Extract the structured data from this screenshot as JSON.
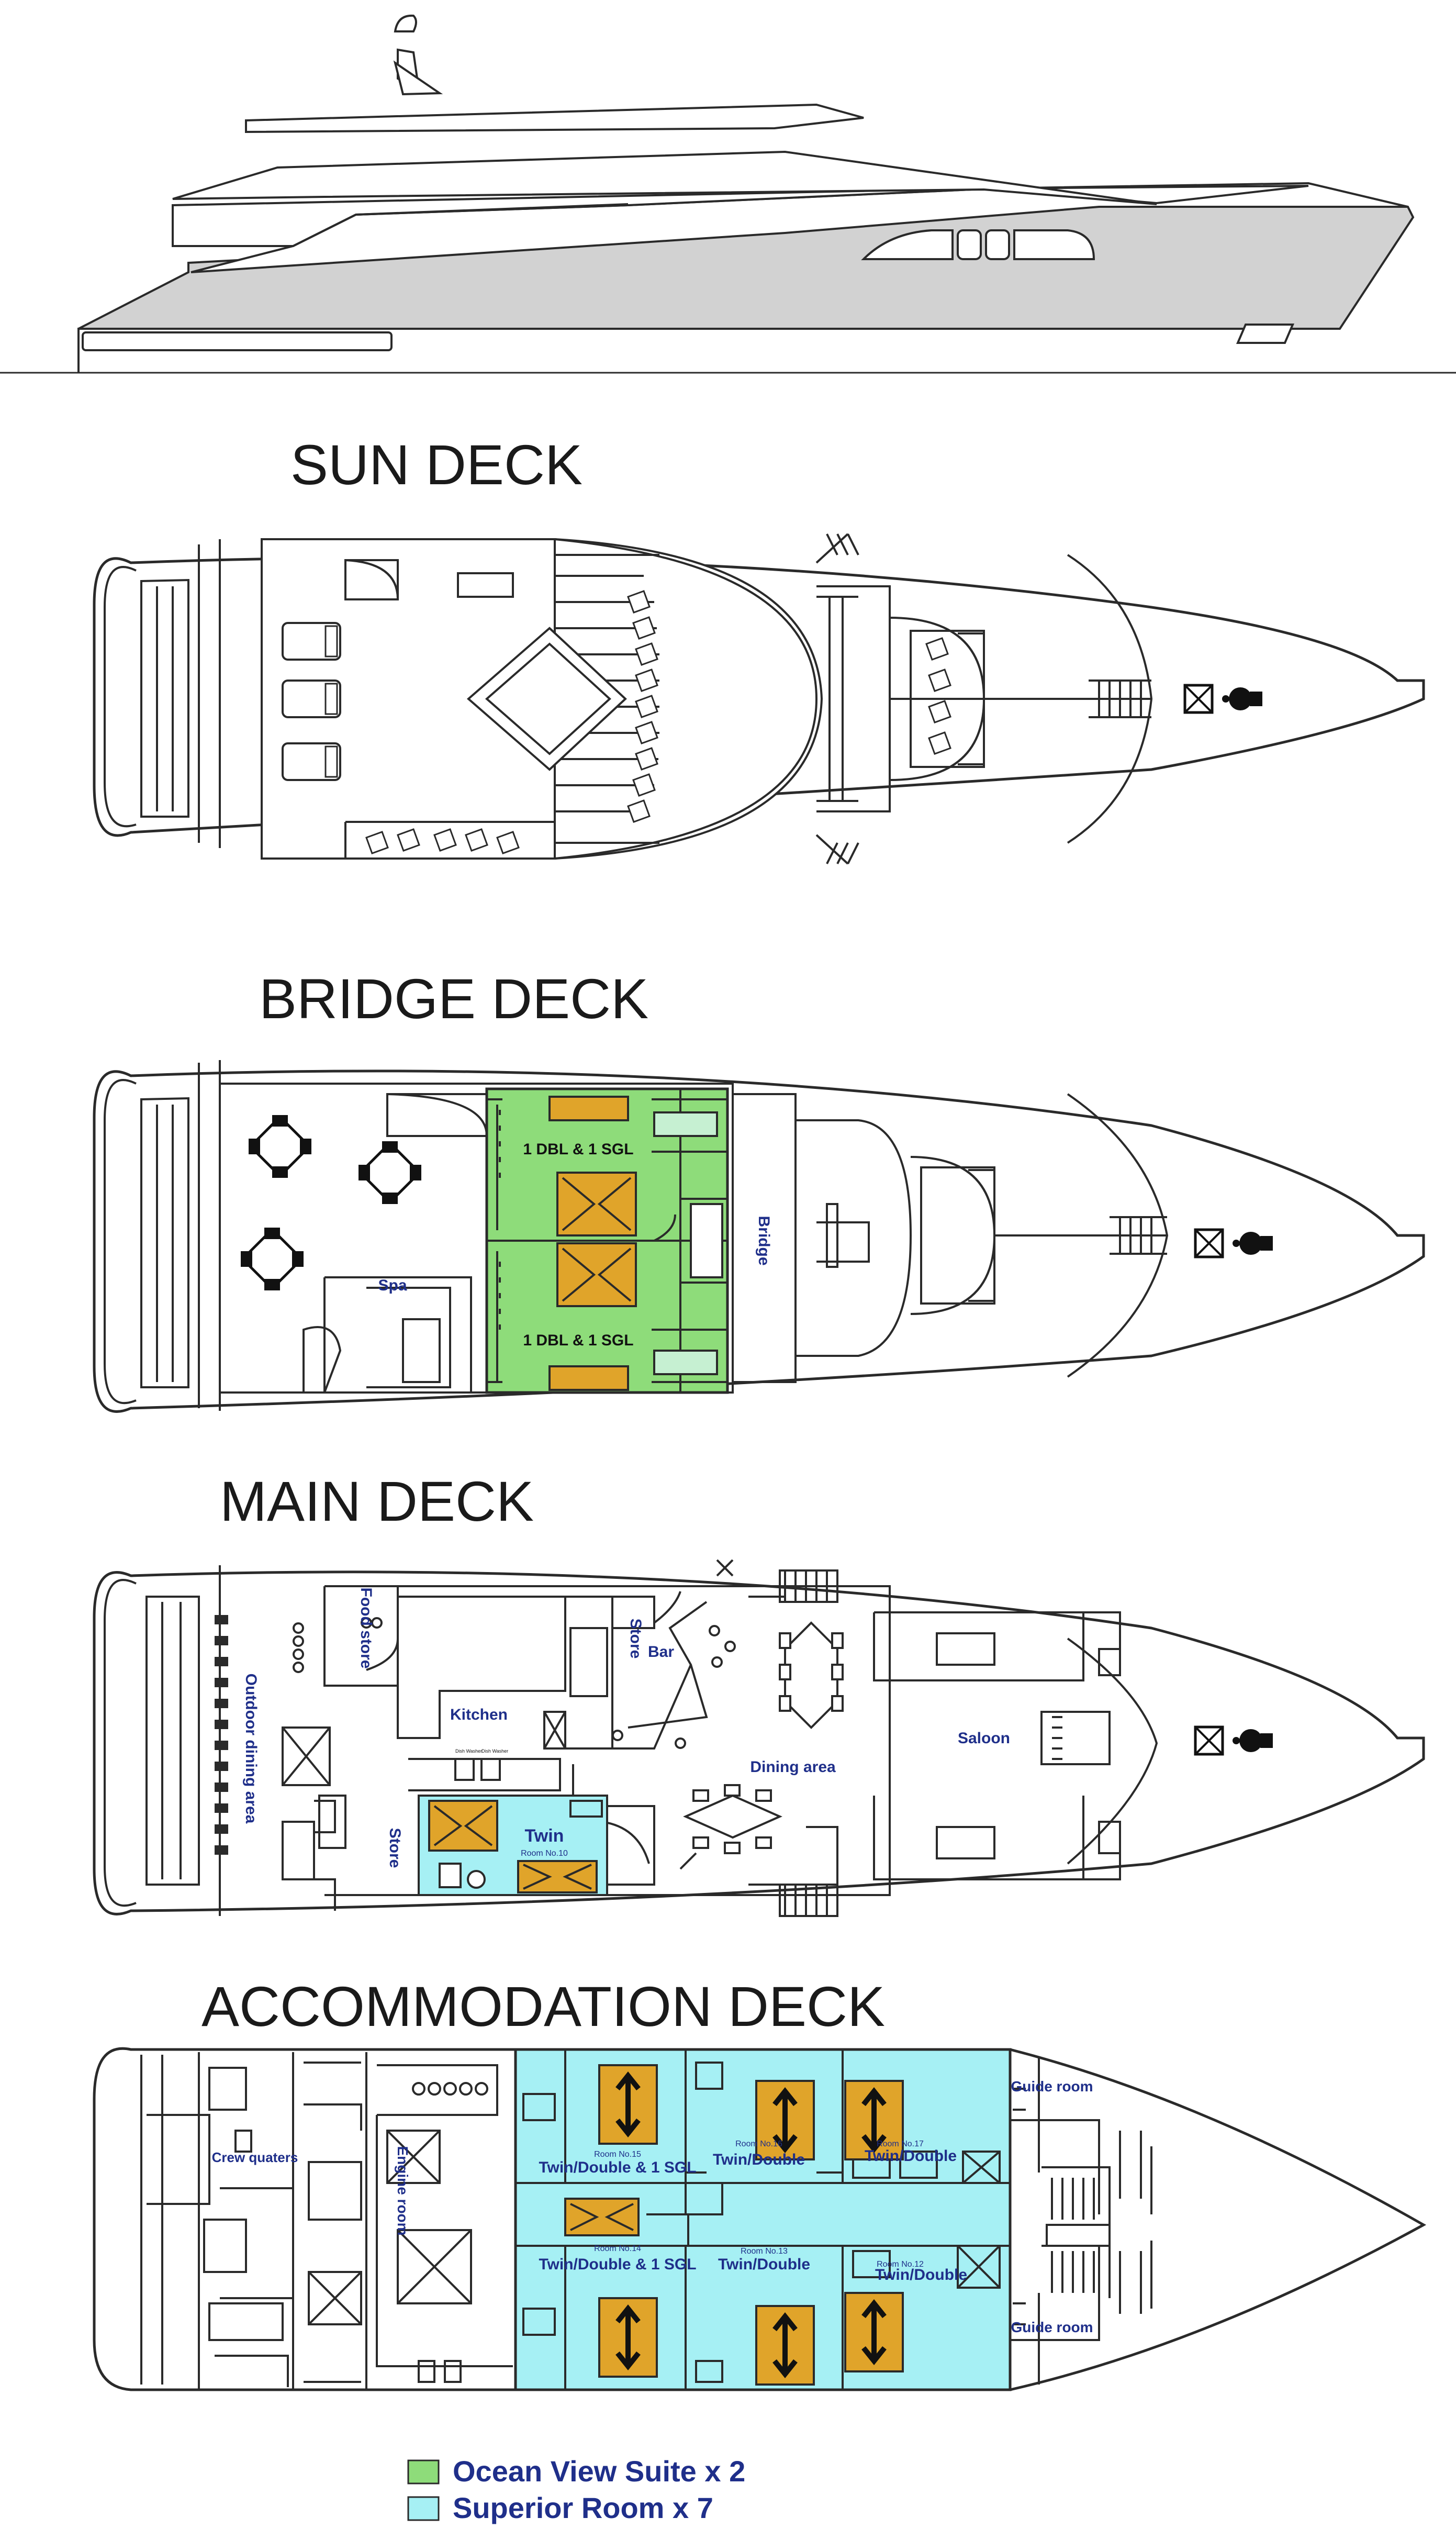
{
  "decks": {
    "sun": {
      "title": "SUN DECK"
    },
    "bridge": {
      "title": "BRIDGE DECK",
      "labels": {
        "cabin_upper": "1 DBL & 1 SGL",
        "cabin_lower": "1 DBL & 1 SGL",
        "spa": "Spa",
        "bridge": "Bridge"
      }
    },
    "main": {
      "title": "MAIN DECK",
      "labels": {
        "food_store": "Food store",
        "kitchen": "Kitchen",
        "store_top": "Store",
        "bar": "Bar",
        "outdoor_dining": "Outdoor dining area",
        "dining_area": "Dining area",
        "saloon": "Saloon",
        "store_bottom": "Store",
        "twin": "Twin",
        "room_10": "Room No.10"
      },
      "appliance_labels": {
        "dish_washer_a": "Dish Washer",
        "dish_washer_b": "Dish Washer"
      }
    },
    "accommodation": {
      "title": "ACCOMMODATION DECK",
      "labels": {
        "crew_quarters": "Crew quaters",
        "engine_room": "Engine room",
        "guide_room_top": "Guide room",
        "guide_room_bottom": "Guide room",
        "room_15_no": "Room No.15",
        "room_15_type": "Twin/Double & 1 SGL",
        "room_16_no": "Room No.16",
        "room_16_type": "Twin/Double",
        "room_17_no": "Room No.17",
        "room_17_type": "Twin/Double",
        "room_14_no": "Room No.14",
        "room_14_type": "Twin/Double & 1 SGL",
        "room_13_no": "Room No.13",
        "room_13_type": "Twin/Double",
        "room_12_no": "Room No.12",
        "room_12_type": "Twin/Double"
      }
    }
  },
  "legend": [
    {
      "label": "Ocean View Suite x 2",
      "color": "#8edc7a"
    },
    {
      "label": "Superior Room x 7",
      "color": "#a6f0f4"
    }
  ],
  "colors": {
    "suite": "#8edc7a",
    "superior": "#a6f0f4",
    "bed": "#e0a42a",
    "hull_band": "#d2d2d2",
    "line": "#2a2a2a",
    "text_blue": "#1f2f8a"
  }
}
